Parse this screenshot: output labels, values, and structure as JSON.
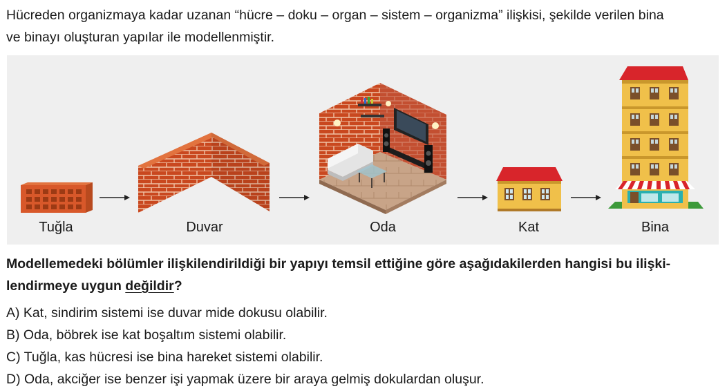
{
  "intro": {
    "line1": "Hücreden organizmaya kadar uzanan “hücre – doku – organ – sistem – organizma” ilişkisi, şekilde verilen bina",
    "line2": "ve binayı oluşturan yapılar ile modellenmiştir."
  },
  "figure": {
    "labels": [
      "Tuğla",
      "Duvar",
      "Oda",
      "Kat",
      "Bina"
    ]
  },
  "question": {
    "line1": "Modellemedeki bölümler ilişkilendirildiği bir yapıyı temsil ettiğine göre aşağıdakilerden hangisi bu ilişki-",
    "line2_prefix": "lendirmeye uygun",
    "line2_emphasis": "değildir",
    "line2_suffix": "?"
  },
  "options": [
    {
      "letter": "A)",
      "text": "Kat, sindirim sistemi ise duvar mide dokusu olabilir."
    },
    {
      "letter": "B)",
      "text": "Oda, böbrek ise kat boşaltım sistemi olabilir."
    },
    {
      "letter": "C)",
      "text": "Tuğla, kas hücresi ise bina hareket sistemi olabilir."
    },
    {
      "letter": "D)",
      "text": "Oda, akciğer ise benzer işi yapmak üzere bir araya gelmiş dokulardan oluşur."
    }
  ]
}
